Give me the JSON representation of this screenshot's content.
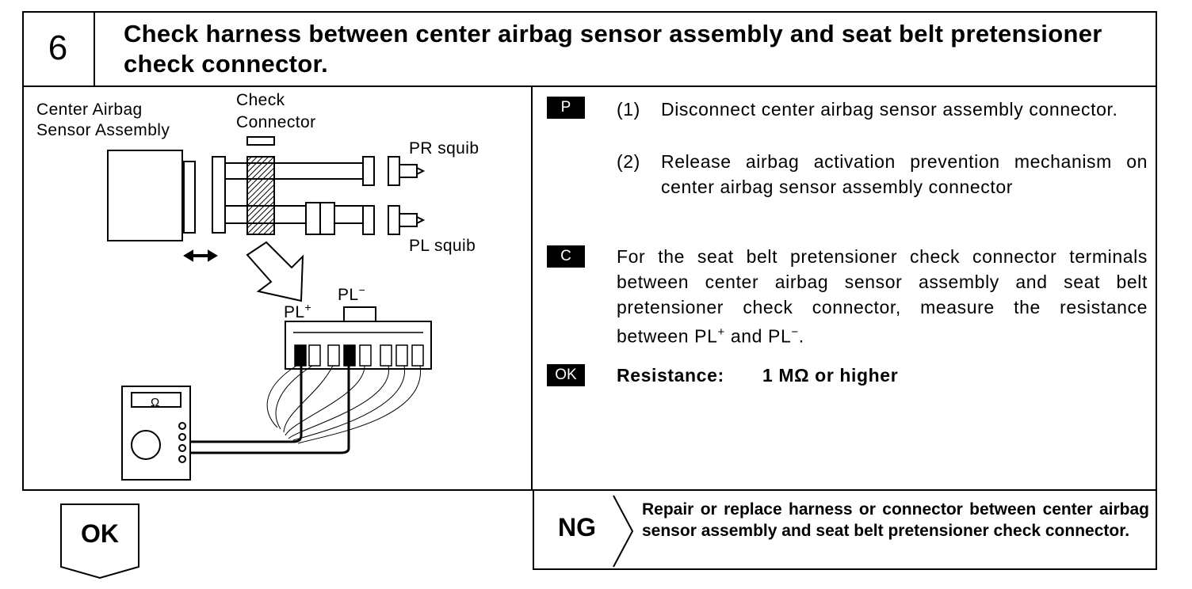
{
  "step": {
    "number": "6",
    "title": "Check harness between center airbag sensor assembly and seat belt pretensioner check connector."
  },
  "diagram": {
    "center_label_1": "Center Airbag",
    "center_label_2": "Sensor Assembly",
    "check_label_1": "Check",
    "check_label_2": "Connector",
    "pr_squib": "PR squib",
    "pl_squib": "PL squib",
    "pl_plus": "PL",
    "pl_minus": "PL",
    "plus_sign": "+",
    "minus_sign": "−",
    "ohm": "Ω"
  },
  "procedure": {
    "p_tag": "P",
    "p_items": [
      {
        "num": "(1)",
        "text": "Disconnect center airbag sensor assembly connector."
      },
      {
        "num": "(2)",
        "text": "Release airbag activation prevention mechanism on center airbag sensor assembly connector"
      }
    ],
    "c_tag": "C",
    "c_text_1": "For the seat belt pretensioner check connector terminals between center airbag sensor assembly and seat belt pretensioner check connector, measure the resistance between PL",
    "c_text_2": " and PL",
    "c_text_3": ".",
    "ok_tag": "OK",
    "ok_label": "Resistance:",
    "ok_value": "1 MΩ or higher"
  },
  "result": {
    "ok": "OK",
    "ng": "NG",
    "ng_text": "Repair or replace harness or connector between center airbag sensor assembly and seat belt pretensioner check connector."
  }
}
